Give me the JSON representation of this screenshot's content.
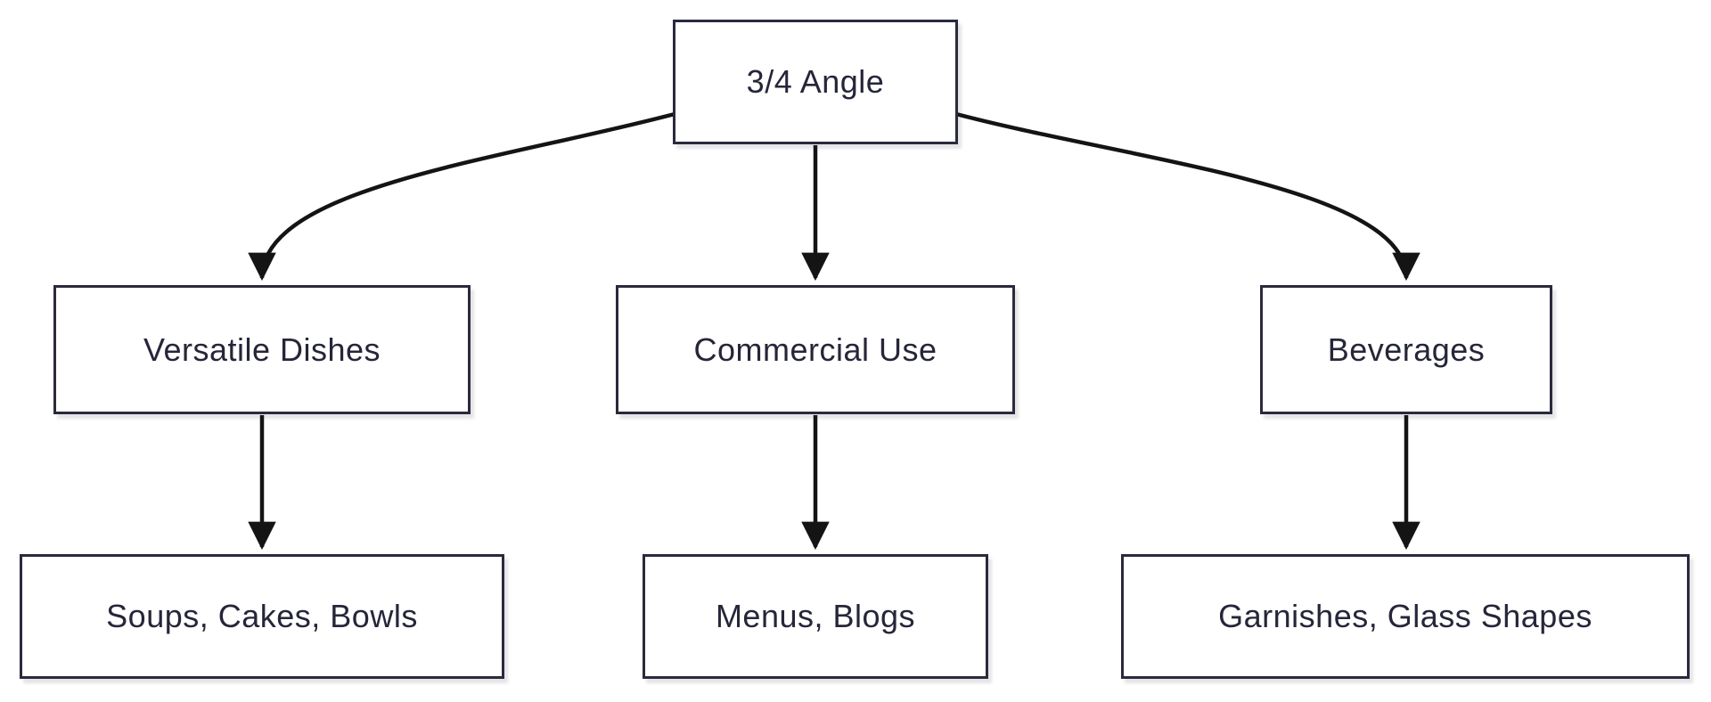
{
  "diagram": {
    "type": "flowchart",
    "direction": "top-down",
    "nodes": [
      {
        "id": "root",
        "label": "3/4 Angle"
      },
      {
        "id": "versatile-dishes",
        "label": "Versatile Dishes"
      },
      {
        "id": "commercial-use",
        "label": "Commercial Use"
      },
      {
        "id": "beverages",
        "label": "Beverages"
      },
      {
        "id": "soups-cakes-bowls",
        "label": "Soups, Cakes, Bowls"
      },
      {
        "id": "menus-blogs",
        "label": "Menus, Blogs"
      },
      {
        "id": "garnishes-glass-shapes",
        "label": "Garnishes, Glass Shapes"
      }
    ],
    "edges": [
      {
        "from": "3/4 Angle",
        "to": "Versatile Dishes"
      },
      {
        "from": "3/4 Angle",
        "to": "Commercial Use"
      },
      {
        "from": "3/4 Angle",
        "to": "Beverages"
      },
      {
        "from": "Versatile Dishes",
        "to": "Soups, Cakes, Bowls"
      },
      {
        "from": "Commercial Use",
        "to": "Menus, Blogs"
      },
      {
        "from": "Beverages",
        "to": "Garnishes, Glass Shapes"
      }
    ],
    "colors": {
      "node_border": "#2a2a3d",
      "node_fill": "#ffffff",
      "text": "#26263a",
      "arrow": "#141414",
      "background": "#ffffff"
    }
  }
}
